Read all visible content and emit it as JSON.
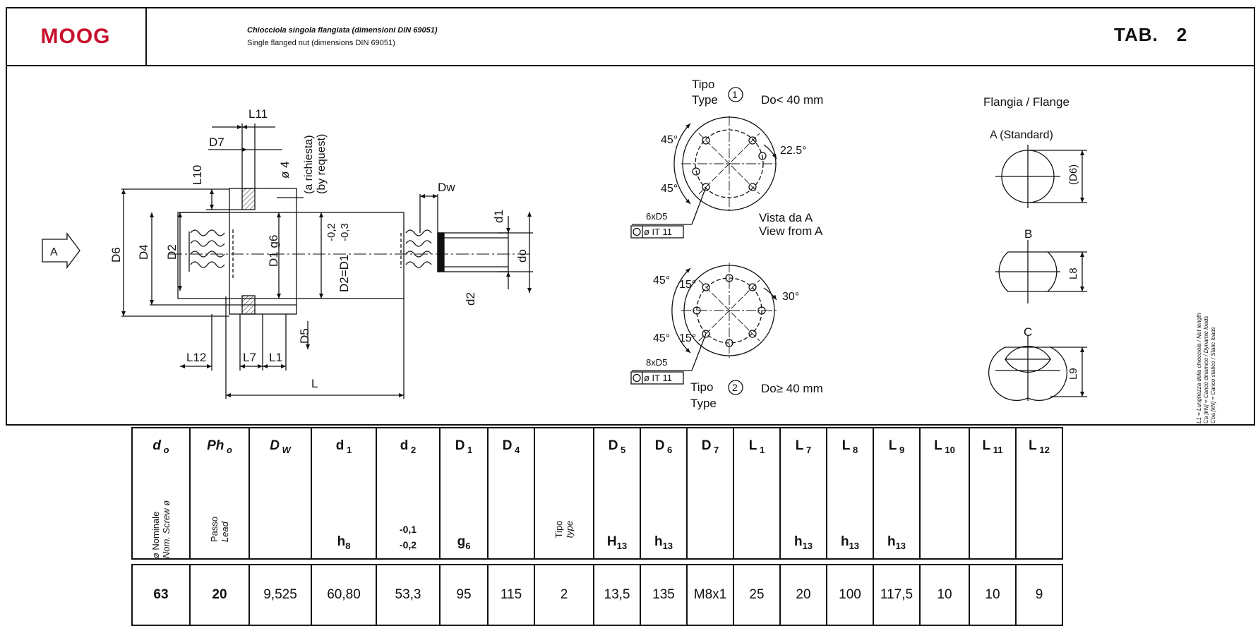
{
  "header": {
    "logo": "MOOG",
    "subtitle_it": "Chiocciola singola flangiata (dimensioni DIN 69051)",
    "subtitle_en": "Single flanged nut (dimensions DIN 69051)",
    "tab_label": "TAB.",
    "tab_number": "2"
  },
  "drawing": {
    "labels": {
      "L11": "L11",
      "D7": "D7",
      "L10": "L10",
      "o4": "ø 4",
      "a_richiesta": "(a richiesta)",
      "by_request": "(by request)",
      "Dw": "Dw",
      "D6": "D6",
      "D4": "D4",
      "D2": "D2",
      "D1g6": "D1 g6",
      "D2D1": "D2=D1",
      "tol_a": "-0,2",
      "tol_b": "-0,3",
      "d1": "d1",
      "do": "do",
      "d2": "d2",
      "D5": "D5",
      "L12": "L12",
      "L7": "L7",
      "L1": "L1",
      "L": "L",
      "A": "A"
    },
    "type1": {
      "tipo": "Tipo",
      "type": "Type",
      "cond": "Do< 40 mm",
      "a1": "45°",
      "a2": "22.5°",
      "a3": "45°",
      "holes": "6xD5",
      "tol": "ø IT 11",
      "vista": "Vista da A",
      "view": "View from A"
    },
    "type2": {
      "tipo": "Tipo",
      "type": "Type",
      "cond": "Do≥ 40 mm",
      "a1": "45°",
      "a2": "15°",
      "a3": "30°",
      "a4": "45°",
      "a5": "15°",
      "holes": "8xD5",
      "tol": "ø IT 11"
    },
    "flange": {
      "title": "Flangia / Flange",
      "a": "A (Standard)",
      "a_dim": "(D6)",
      "b": "B",
      "b_dim": "L8",
      "c": "C",
      "c_dim": "L9"
    }
  },
  "side_notes": [
    "L1 = Lunghezza della chiocciola / Nut length",
    "Ca [kN] = Carico dinamico / Dynamic loads",
    "Coa [kN] = Carico statico / Static loads"
  ],
  "table": {
    "columns": [
      {
        "sym": "d",
        "sub": "o",
        "italic": true,
        "vlabel": "ø Nominale",
        "vlabel2": "Nom. Screw ø"
      },
      {
        "sym": "Ph",
        "sub": "o",
        "italic": true,
        "vlabel": "Passo",
        "vlabel2": "Lead"
      },
      {
        "sym": "D",
        "sub": "W",
        "italic": true
      },
      {
        "sym": "d",
        "sub": "1",
        "tol": "h",
        "tolsub": "8"
      },
      {
        "sym": "d",
        "sub": "2",
        "tol2a": "-0,1",
        "tol2b": "-0,2"
      },
      {
        "sym": "D",
        "sub": "1",
        "tol": "g",
        "tolsub": "6"
      },
      {
        "sym": "D",
        "sub": "4"
      },
      {
        "vlabel": "Tipo",
        "vlabel2": "type"
      },
      {
        "sym": "D",
        "sub": "5",
        "tol": "H",
        "tolsub": "13"
      },
      {
        "sym": "D",
        "sub": "6",
        "tol": "h",
        "tolsub": "13"
      },
      {
        "sym": "D",
        "sub": "7"
      },
      {
        "sym": "L",
        "sub": "1"
      },
      {
        "sym": "L",
        "sub": "7",
        "tol": "h",
        "tolsub": "13"
      },
      {
        "sym": "L",
        "sub": "8",
        "tol": "h",
        "tolsub": "13"
      },
      {
        "sym": "L",
        "sub": "9",
        "tol": "h",
        "tolsub": "13"
      },
      {
        "sym": "L",
        "sub": "10"
      },
      {
        "sym": "L",
        "sub": "11"
      },
      {
        "sym": "L",
        "sub": "12"
      }
    ],
    "values": [
      "63",
      "20",
      "9,525",
      "60,80",
      "53,3",
      "95",
      "115",
      "2",
      "13,5",
      "135",
      "M8x1",
      "25",
      "20",
      "100",
      "117,5",
      "10",
      "10",
      "9"
    ]
  }
}
